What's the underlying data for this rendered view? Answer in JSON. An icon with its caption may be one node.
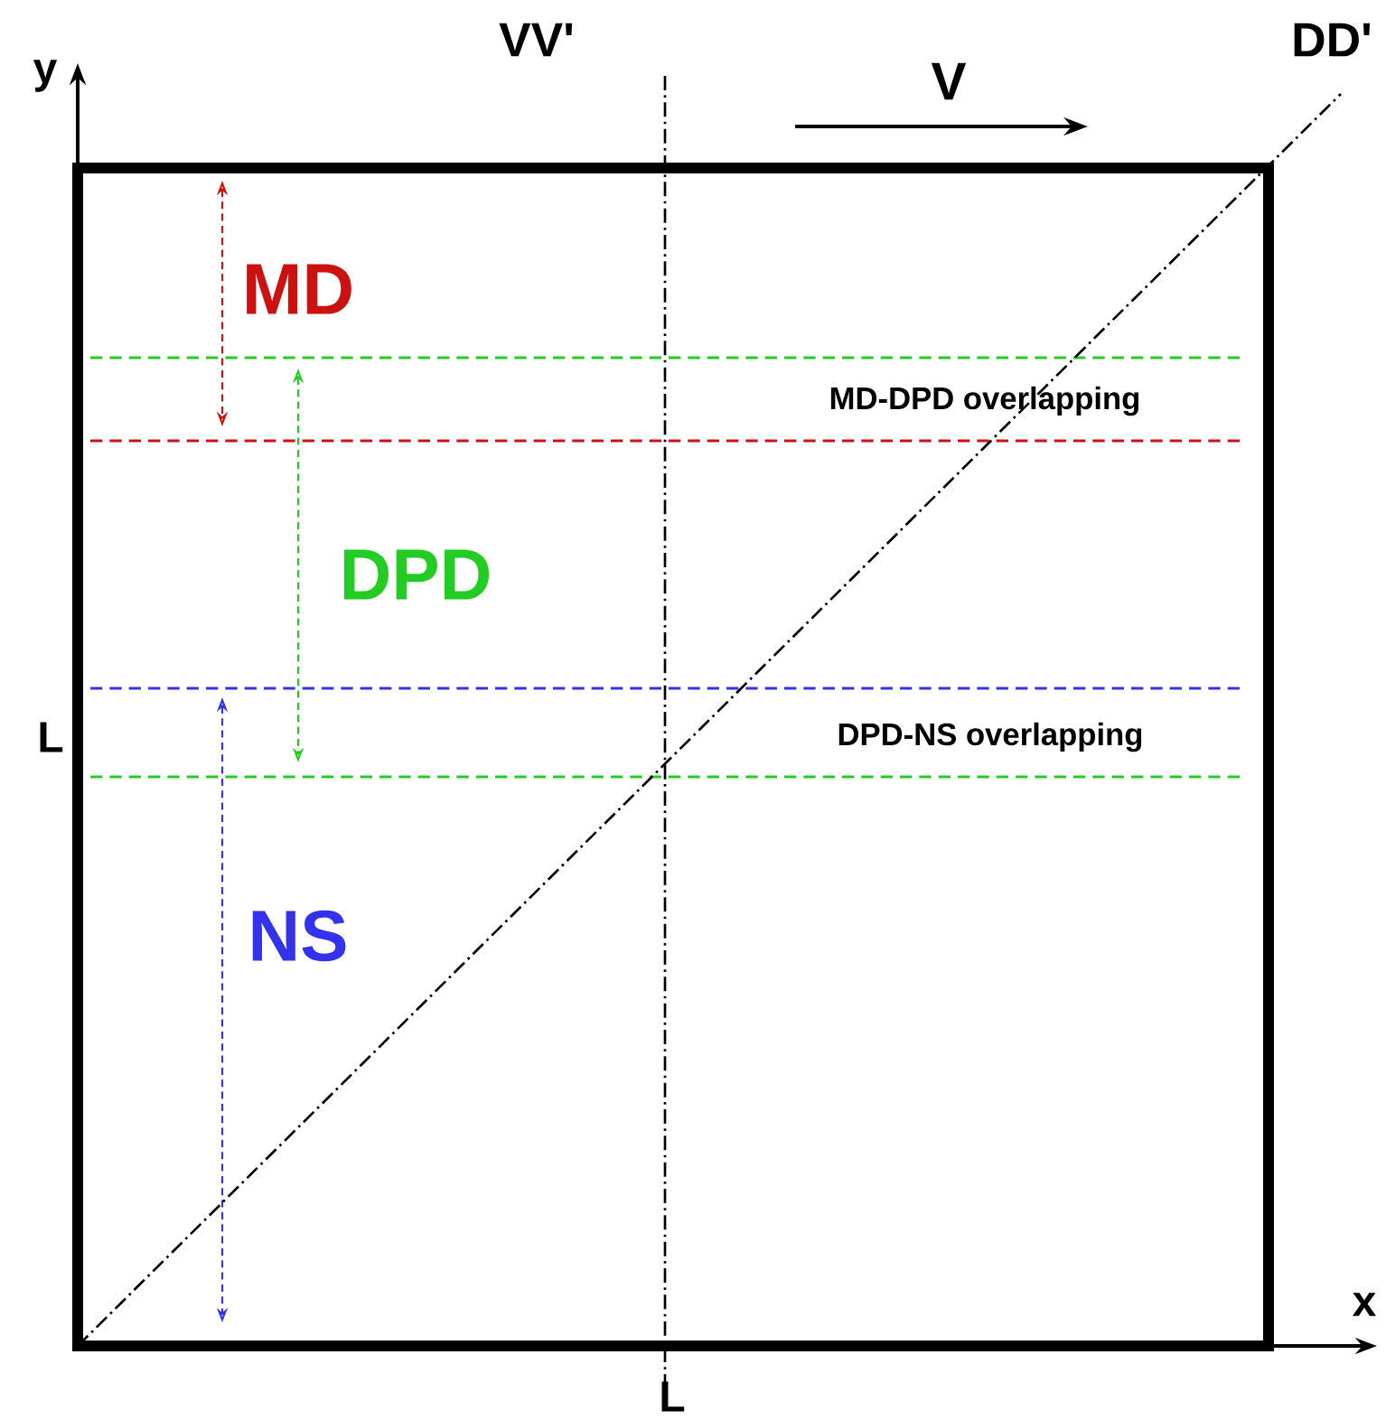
{
  "diagram": {
    "labels": [
      "y",
      "VV'",
      "V",
      "DD'",
      "MD",
      "MD-DPD overlapping",
      "DPD",
      "L",
      "DPD-NS overlapping",
      "NS",
      "x",
      "L"
    ]
  }
}
